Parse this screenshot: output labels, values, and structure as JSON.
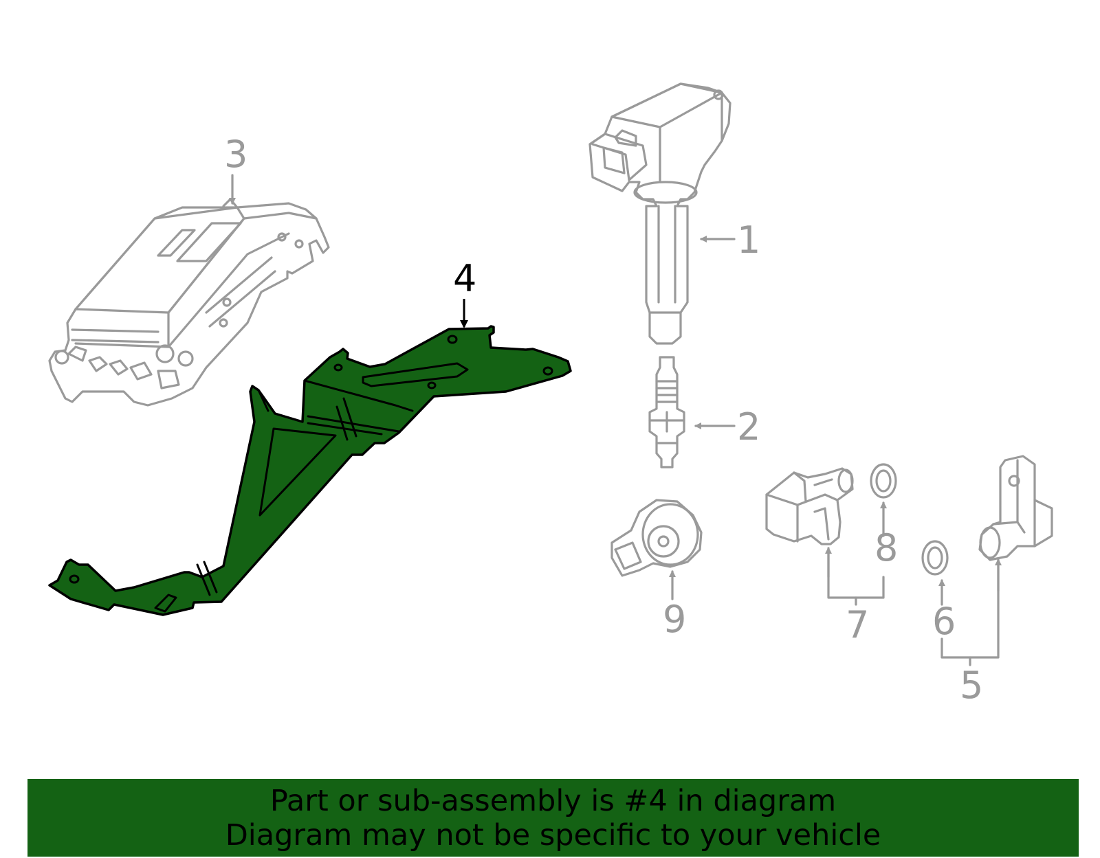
{
  "callouts": [
    {
      "id": "1",
      "label": "1",
      "active": false
    },
    {
      "id": "2",
      "label": "2",
      "active": false
    },
    {
      "id": "3",
      "label": "3",
      "active": false
    },
    {
      "id": "4",
      "label": "4",
      "active": true
    },
    {
      "id": "5",
      "label": "5",
      "active": false
    },
    {
      "id": "6",
      "label": "6",
      "active": false
    },
    {
      "id": "7",
      "label": "7",
      "active": false
    },
    {
      "id": "8",
      "label": "8",
      "active": false
    },
    {
      "id": "9",
      "label": "9",
      "active": false
    }
  ],
  "parts": [
    {
      "name": "ignition-coil",
      "callout": "1"
    },
    {
      "name": "spark-plug",
      "callout": "2"
    },
    {
      "name": "engine-control-module",
      "callout": "3"
    },
    {
      "name": "mounting-bracket",
      "callout": "4",
      "highlighted": true
    },
    {
      "name": "camshaft-position-sensor",
      "callout": "5"
    },
    {
      "name": "camshaft-sensor-o-ring",
      "callout": "6"
    },
    {
      "name": "crankshaft-position-sensor",
      "callout": "7"
    },
    {
      "name": "crankshaft-sensor-o-ring",
      "callout": "8"
    },
    {
      "name": "knock-sensor",
      "callout": "9"
    }
  ],
  "colors": {
    "highlight": "#146214",
    "line_art": "#9a9a9a",
    "active_callout": "#000000",
    "banner_background": "#146214"
  },
  "banner": {
    "line1": "Part or sub-assembly is #4 in diagram",
    "line2": "Diagram may not be specific to your vehicle"
  }
}
